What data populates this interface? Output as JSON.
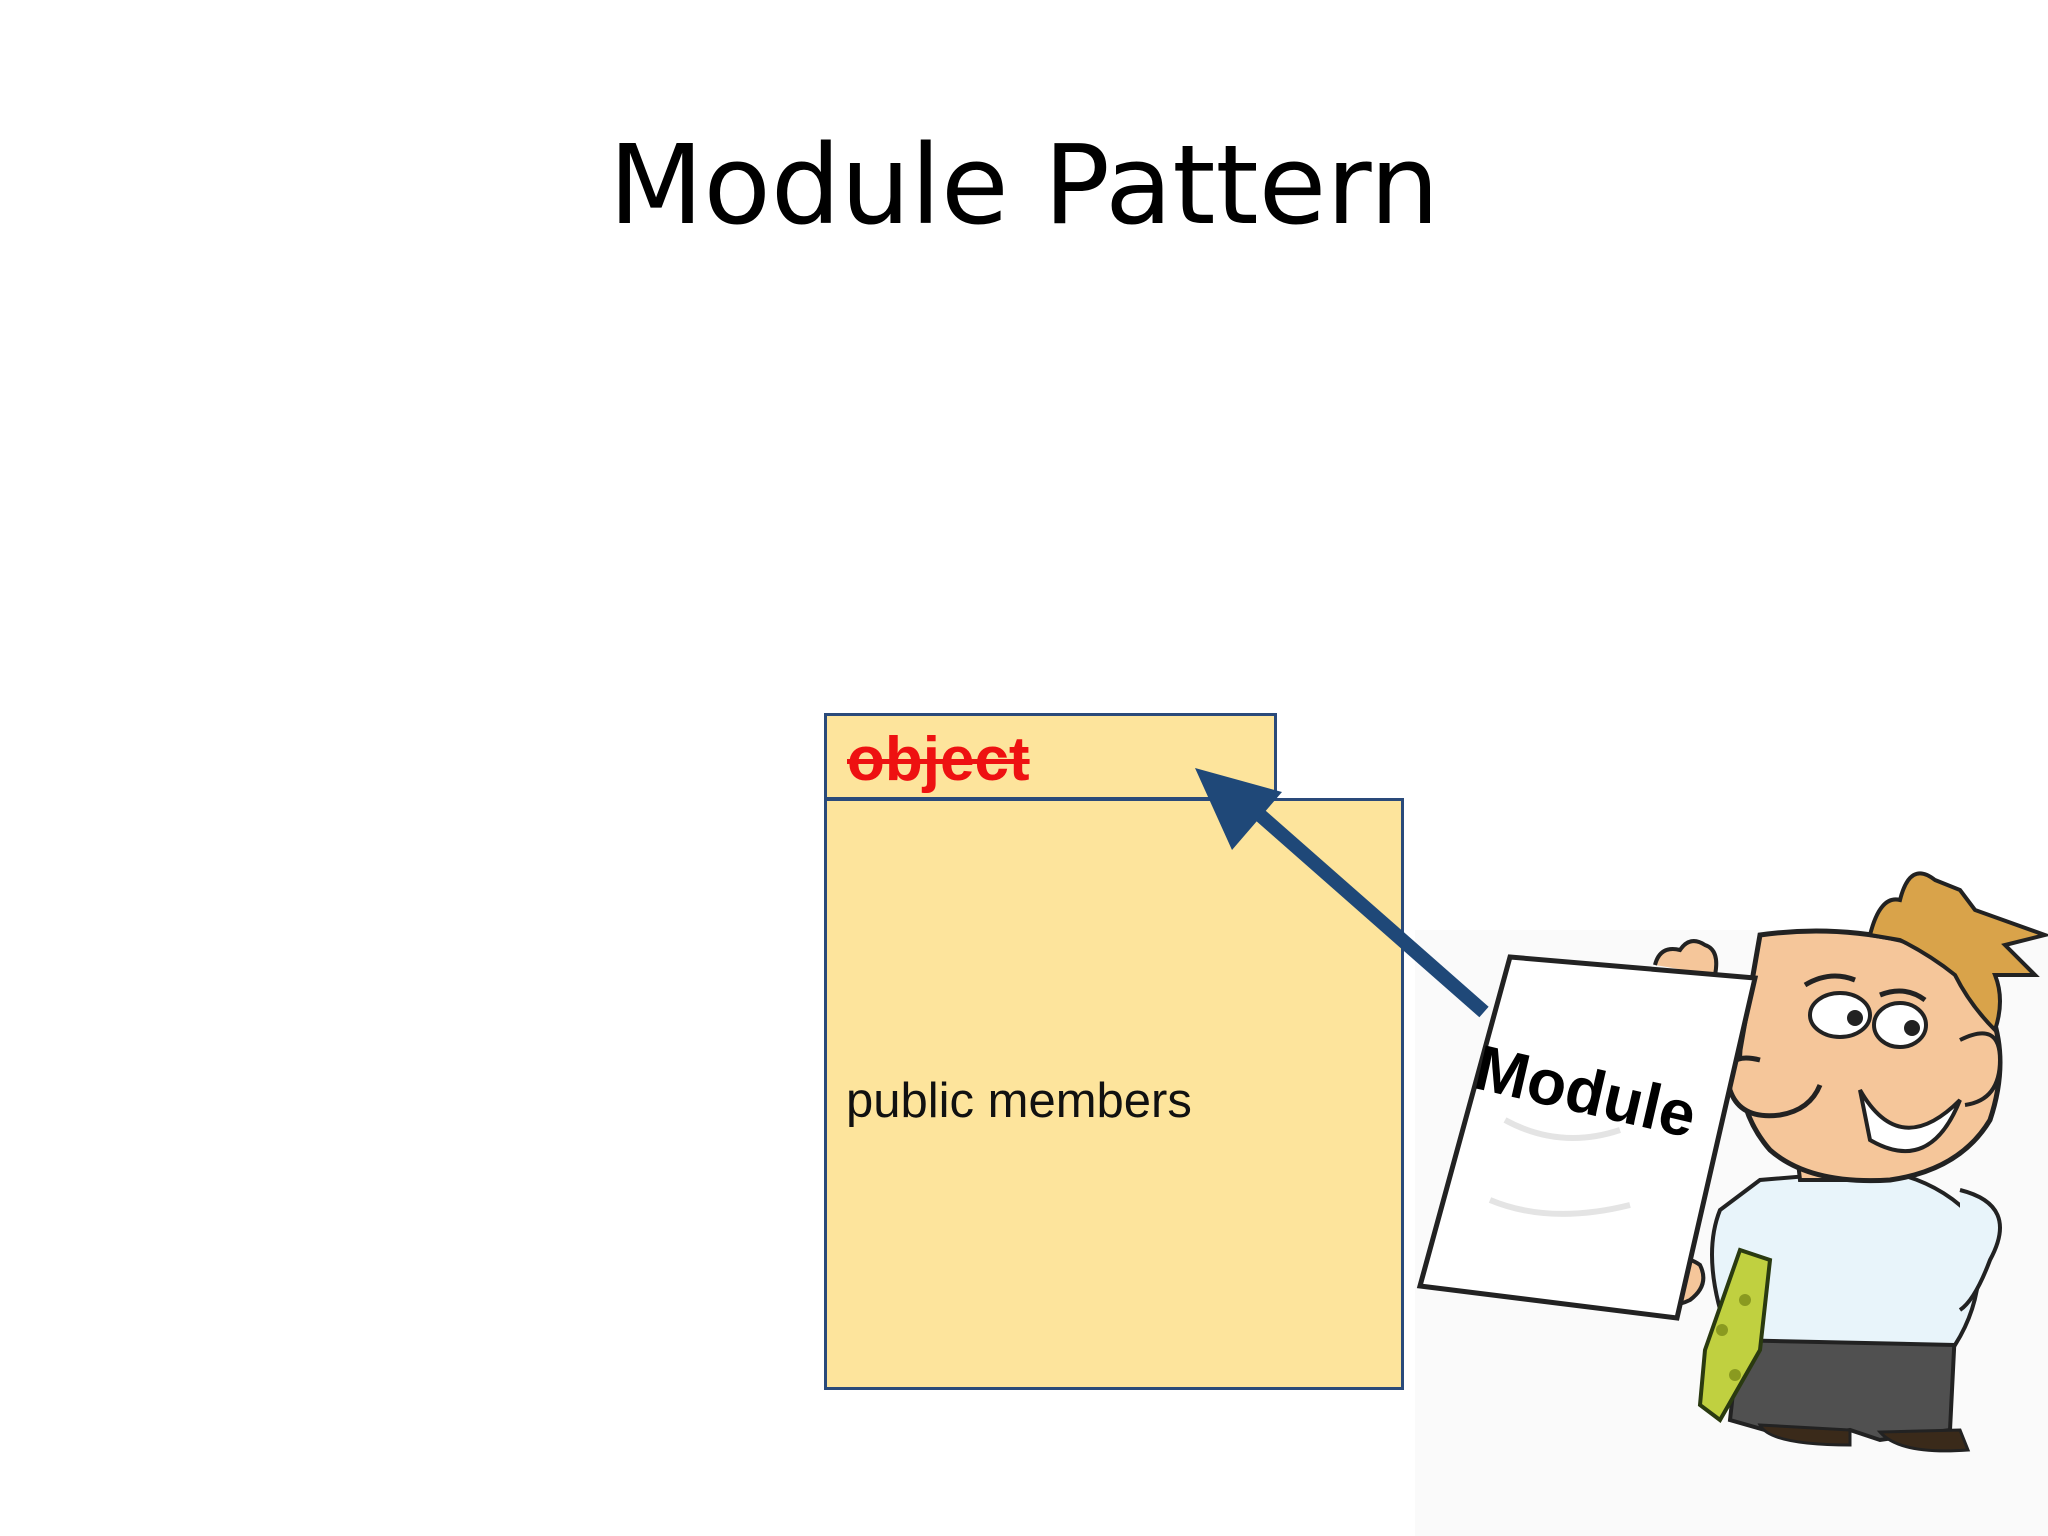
{
  "slide": {
    "title": "Module Pattern"
  },
  "diagram": {
    "object_label": "object",
    "public_members_label": "public members",
    "module_label": "Module"
  },
  "colors": {
    "box_fill": "#fde49c",
    "box_border": "#2a4a7a",
    "arrow": "#1f4878",
    "strikethrough_text": "#ee1111"
  },
  "icons": {
    "illustration": "man-holding-paper-icon"
  }
}
